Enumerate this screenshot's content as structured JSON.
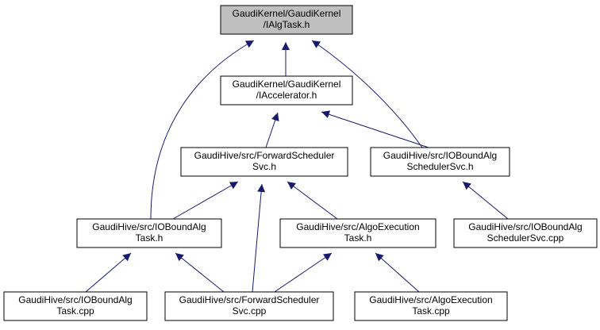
{
  "colors": {
    "edge": "#191970",
    "node_border": "#000000",
    "node_fill": "#ffffff",
    "highlight_fill": "#bfbfbf"
  },
  "nodes": [
    {
      "id": "ialgtask",
      "lines": [
        "GaudiKernel/GaudiKernel",
        "/IAlgTask.h"
      ],
      "highlight": true
    },
    {
      "id": "iaccelerator",
      "lines": [
        "GaudiKernel/GaudiKernel",
        "/IAccelerator.h"
      ]
    },
    {
      "id": "forwardschedulersvc_h",
      "lines": [
        "GaudiHive/src/ForwardScheduler",
        "Svc.h"
      ]
    },
    {
      "id": "ioboundalgschedulersvc_h",
      "lines": [
        "GaudiHive/src/IOBoundAlg",
        "SchedulerSvc.h"
      ]
    },
    {
      "id": "ioboundalgtask_h",
      "lines": [
        "GaudiHive/src/IOBoundAlg",
        "Task.h"
      ]
    },
    {
      "id": "algoexecutiontask_h",
      "lines": [
        "GaudiHive/src/AlgoExecution",
        "Task.h"
      ]
    },
    {
      "id": "ioboundalgschedulersvc_cpp",
      "lines": [
        "GaudiHive/src/IOBoundAlg",
        "SchedulerSvc.cpp"
      ]
    },
    {
      "id": "ioboundalgtask_cpp",
      "lines": [
        "GaudiHive/src/IOBoundAlg",
        "Task.cpp"
      ]
    },
    {
      "id": "forwardschedulersvc_cpp",
      "lines": [
        "GaudiHive/src/ForwardScheduler",
        "Svc.cpp"
      ]
    },
    {
      "id": "algoexecutiontask_cpp",
      "lines": [
        "GaudiHive/src/AlgoExecution",
        "Task.cpp"
      ]
    }
  ],
  "edges": [
    {
      "from": "iaccelerator",
      "to": "ialgtask"
    },
    {
      "from": "ioboundalgtask_h",
      "to": "ialgtask"
    },
    {
      "from": "ioboundalgschedulersvc_h",
      "to": "ialgtask"
    },
    {
      "from": "forwardschedulersvc_h",
      "to": "iaccelerator"
    },
    {
      "from": "ioboundalgschedulersvc_h",
      "to": "iaccelerator"
    },
    {
      "from": "ioboundalgtask_h",
      "to": "forwardschedulersvc_h"
    },
    {
      "from": "forwardschedulersvc_cpp",
      "to": "forwardschedulersvc_h"
    },
    {
      "from": "algoexecutiontask_h",
      "to": "forwardschedulersvc_h"
    },
    {
      "from": "ioboundalgschedulersvc_cpp",
      "to": "ioboundalgschedulersvc_h"
    },
    {
      "from": "ioboundalgtask_cpp",
      "to": "ioboundalgtask_h"
    },
    {
      "from": "forwardschedulersvc_cpp",
      "to": "ioboundalgtask_h"
    },
    {
      "from": "forwardschedulersvc_cpp",
      "to": "algoexecutiontask_h"
    },
    {
      "from": "algoexecutiontask_cpp",
      "to": "algoexecutiontask_h"
    }
  ]
}
